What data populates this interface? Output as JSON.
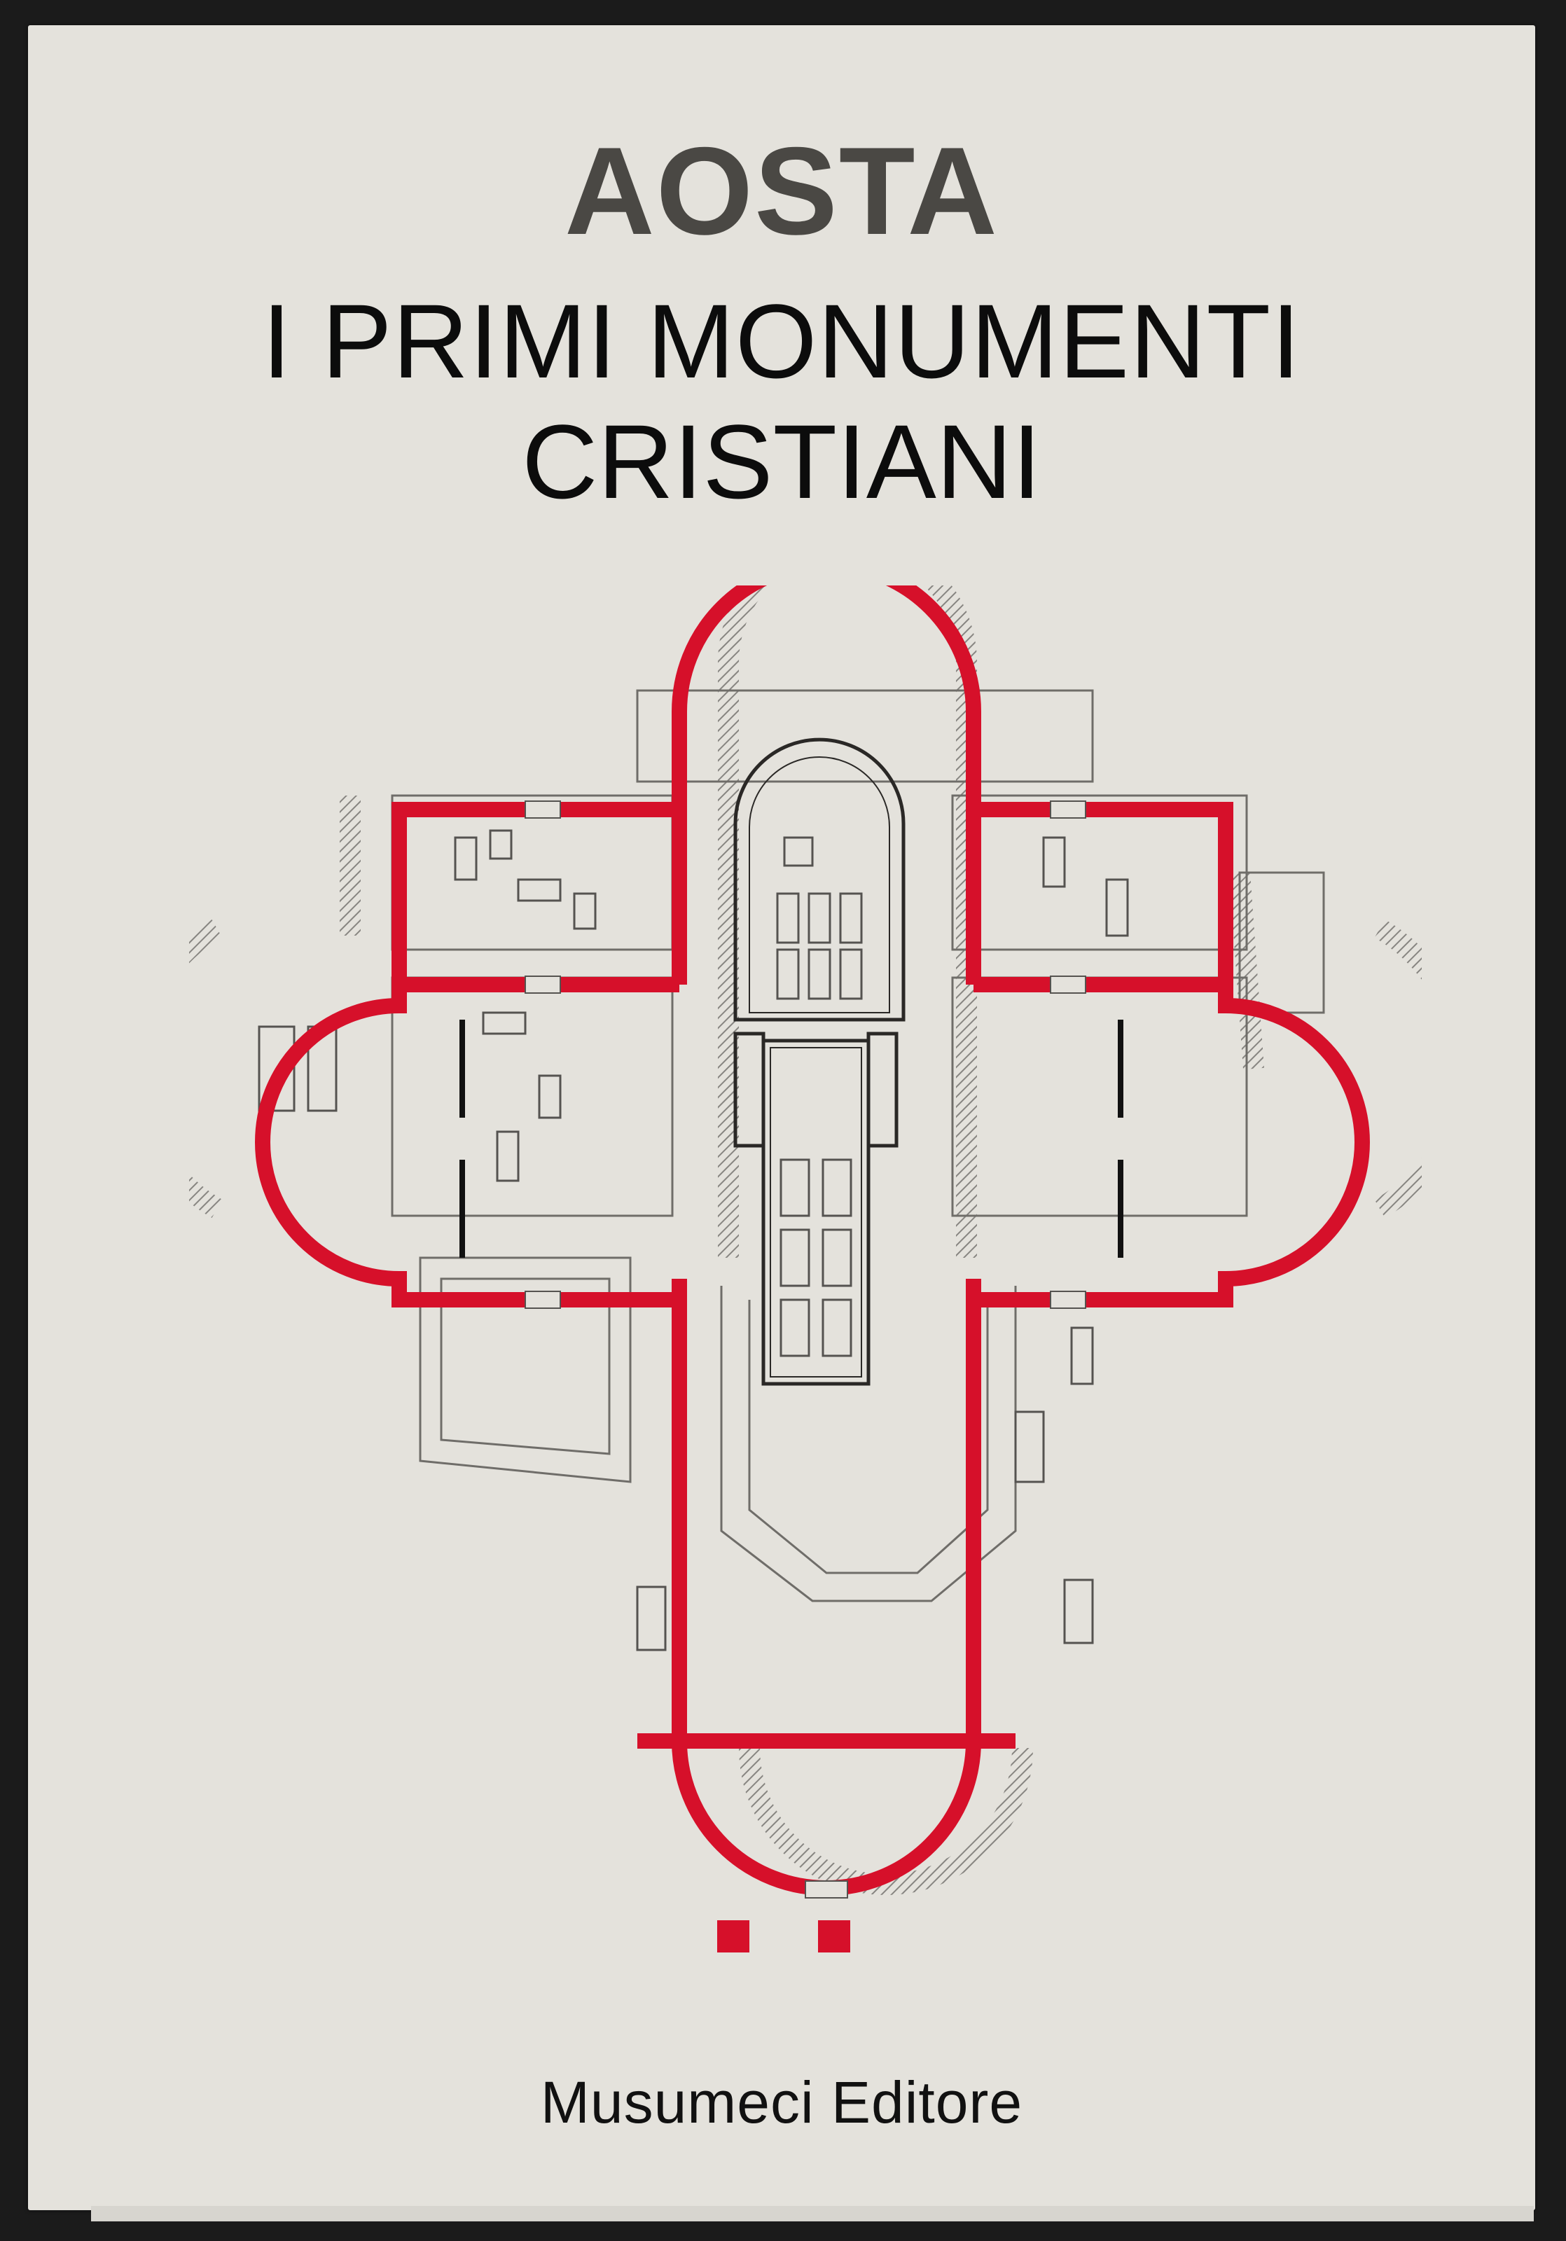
{
  "cover": {
    "title": "AOSTA",
    "subtitle_line1": "I PRIMI MONUMENTI",
    "subtitle_line2": "CRISTIANI",
    "publisher": "Musumeci Editore"
  },
  "colors": {
    "background": "#e4e2dc",
    "title": "#4a4844",
    "text": "#0c0c0c",
    "accent_red": "#d6102a",
    "hatch_gray": "#8c8a86"
  },
  "illustration": {
    "subject": "cruciform-church-floor-plan-icon"
  }
}
